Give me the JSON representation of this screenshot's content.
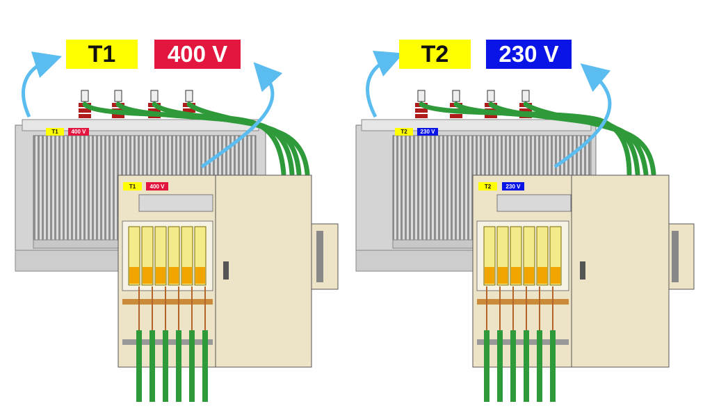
{
  "units": [
    {
      "id": "t1",
      "transformer_label": "T1",
      "voltage_label": "400 V",
      "voltage_color": "#e3163f",
      "label_color": "#ffff00"
    },
    {
      "id": "t2",
      "transformer_label": "T2",
      "voltage_label": "230 V",
      "voltage_color": "#0a14e6",
      "label_color": "#ffff00"
    }
  ],
  "colors": {
    "arrow": "#5bbcf0",
    "cable": "#2e9a3a",
    "bushing": "#b01c1c",
    "tank": "#cfcfcf",
    "cabinet": "#ede3c6",
    "breaker": "#f3ea8a"
  }
}
